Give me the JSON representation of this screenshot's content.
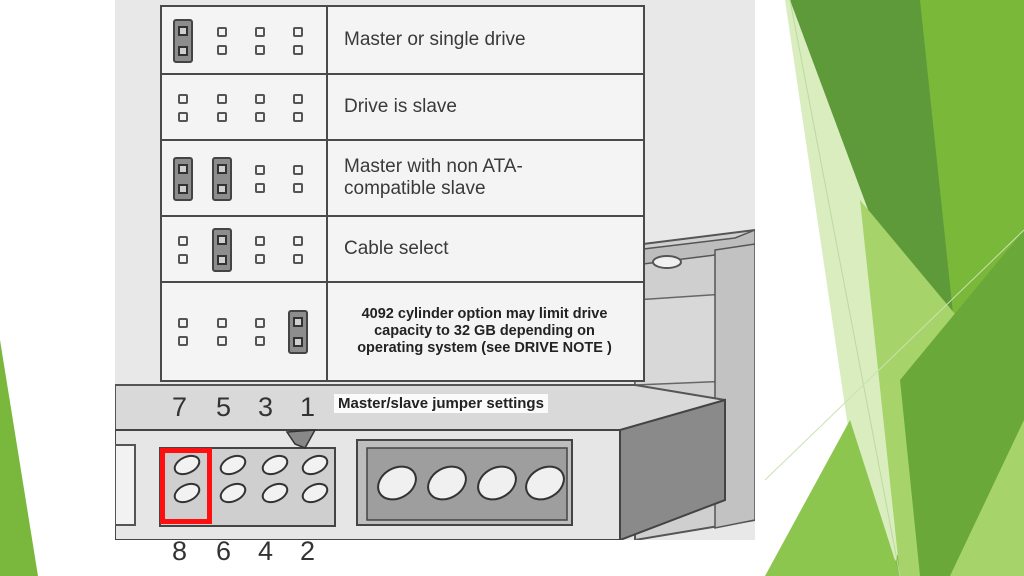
{
  "diagram": {
    "rows": [
      {
        "label": "Master or single drive",
        "jumpers": [
          1
        ]
      },
      {
        "label": "Drive is slave",
        "jumpers": []
      },
      {
        "label": "Master with non ATA-compatible slave",
        "jumpers": [
          1,
          2
        ]
      },
      {
        "label": "Cable select",
        "jumpers": [
          2
        ]
      },
      {
        "label": "4092 cylinder option may limit drive capacity to 32 GB depending on operating system (see DRIVE NOTE )",
        "jumpers": [
          4
        ]
      }
    ],
    "top_pin_numbers": [
      "7",
      "5",
      "3",
      "1"
    ],
    "bottom_pin_numbers": [
      "8",
      "6",
      "4",
      "2"
    ],
    "caption": "Master/slave jumper settings",
    "highlight_color": "#ff1010"
  },
  "theme": {
    "green_dark": "#5e9a3a",
    "green_mid": "#77b83a",
    "green_light": "#a6d46a",
    "green_pale": "#d9edbf"
  }
}
